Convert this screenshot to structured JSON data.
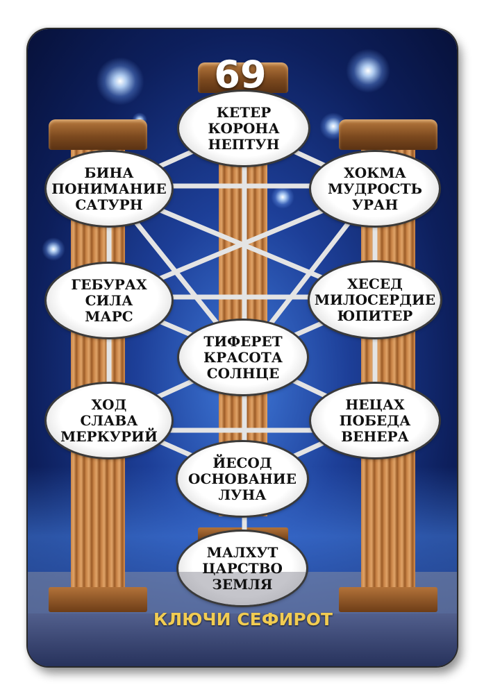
{
  "card": {
    "number": "69",
    "title": "КЛЮЧИ СЕФИРОТ"
  },
  "sephirot": {
    "keter": {
      "line1": "КЕТЕР",
      "line2": "КОРОНА",
      "line3": "НЕПТУН"
    },
    "binah": {
      "line1": "БИНА",
      "line2": "ПОНИМАНИЕ",
      "line3": "САТУРН"
    },
    "chokmah": {
      "line1": "ХОКМА",
      "line2": "МУДРОСТЬ",
      "line3": "УРАН"
    },
    "geburah": {
      "line1": "ГЕБУРАХ",
      "line2": "СИЛА",
      "line3": "МАРС"
    },
    "chesed": {
      "line1": "ХЕСЕД",
      "line2": "МИЛОСЕРДИЕ",
      "line3": "ЮПИТЕР"
    },
    "tiferet": {
      "line1": "ТИФЕРЕТ",
      "line2": "КРАСОТА",
      "line3": "СОЛНЦЕ"
    },
    "hod": {
      "line1": "ХОД",
      "line2": "СЛАВА",
      "line3": "МЕРКУРИЙ"
    },
    "netzach": {
      "line1": "НЕЦАХ",
      "line2": "ПОБЕДА",
      "line3": "ВЕНЕРА"
    },
    "yesod": {
      "line1": "ЙЕСОД",
      "line2": "ОСНОВАНИЕ",
      "line3": "ЛУНА"
    },
    "malkuth": {
      "line1": "МАЛХУТ",
      "line2": "ЦАРСТВО",
      "line3": "ЗЕМЛЯ"
    }
  },
  "colors": {
    "title": "#f1cc52",
    "background": "#1d3f98",
    "pillar": "#c98447"
  }
}
